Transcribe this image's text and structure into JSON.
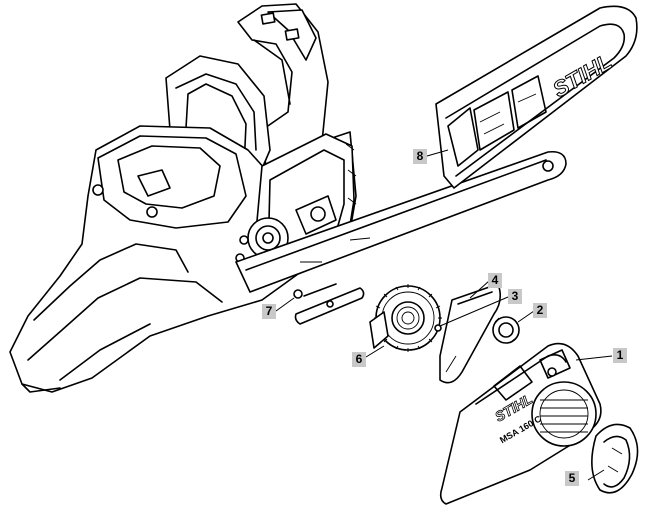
{
  "callouts": [
    {
      "id": "c1",
      "label": "1"
    },
    {
      "id": "c2",
      "label": "2"
    },
    {
      "id": "c3",
      "label": "3"
    },
    {
      "id": "c4",
      "label": "4"
    },
    {
      "id": "c5",
      "label": "5"
    },
    {
      "id": "c6",
      "label": "6"
    },
    {
      "id": "c7",
      "label": "7"
    },
    {
      "id": "c8",
      "label": "8"
    }
  ],
  "markings": {
    "brand_logo": "STIHL",
    "model_text": "MSA 160 C"
  }
}
